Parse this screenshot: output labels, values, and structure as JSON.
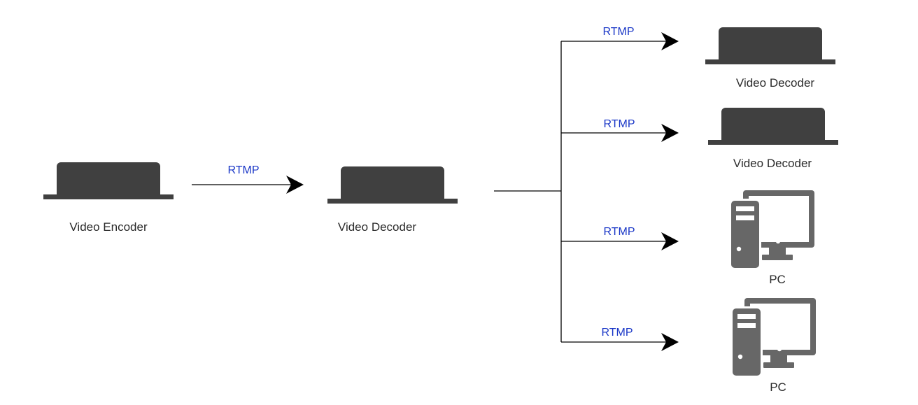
{
  "diagram": {
    "nodes": {
      "encoder": {
        "label": "Video Encoder",
        "icon": "encoder-box-icon"
      },
      "decoder_main": {
        "label": "Video Decoder",
        "icon": "decoder-box-icon"
      },
      "decoder_1": {
        "label": "Video Decoder",
        "icon": "decoder-box-icon"
      },
      "decoder_2": {
        "label": "Video Decoder",
        "icon": "decoder-box-icon"
      },
      "pc_1": {
        "label": "PC",
        "icon": "desktop-pc-icon"
      },
      "pc_2": {
        "label": "PC",
        "icon": "desktop-pc-icon"
      }
    },
    "edges": {
      "encoder_to_decoder": {
        "label": "RTMP"
      },
      "to_decoder_1": {
        "label": "RTMP"
      },
      "to_decoder_2": {
        "label": "RTMP"
      },
      "to_pc_1": {
        "label": "RTMP"
      },
      "to_pc_2": {
        "label": "RTMP"
      }
    },
    "colors": {
      "device": "#404040",
      "pc": "#676767",
      "line": "#000000",
      "edge_label": "#1a37c7",
      "node_label": "#2b2b2b"
    }
  }
}
